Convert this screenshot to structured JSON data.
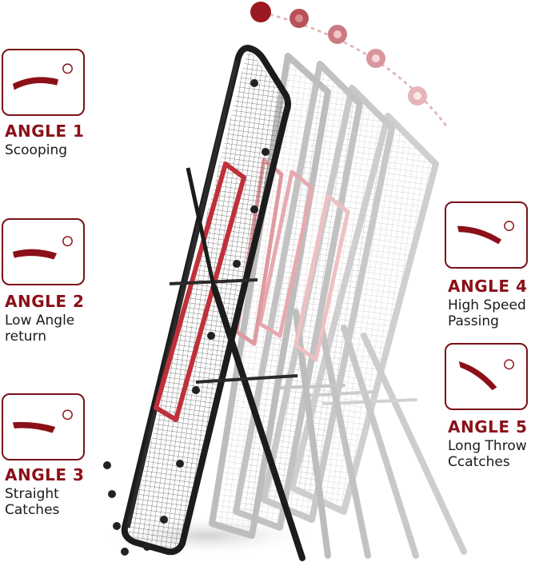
{
  "angles": [
    {
      "title": "ANGLE 1",
      "desc_line1": "Scooping",
      "desc_line2": ""
    },
    {
      "title": "ANGLE 2",
      "desc_line1": "Low Angle",
      "desc_line2": "return"
    },
    {
      "title": "ANGLE 3",
      "desc_line1": "Straight",
      "desc_line2": "Catches"
    },
    {
      "title": "ANGLE 4",
      "desc_line1": "High Speed",
      "desc_line2": "Passing"
    },
    {
      "title": "ANGLE 5",
      "desc_line1": "Long Throw",
      "desc_line2": "Ccatches"
    }
  ],
  "colors": {
    "accent": "#8b1018",
    "frame": "#1c1c1c",
    "ghost": "#c8c8c8",
    "net_red": "#c0303a"
  },
  "icons": [
    "trajectory-icon",
    "ball-icon"
  ]
}
